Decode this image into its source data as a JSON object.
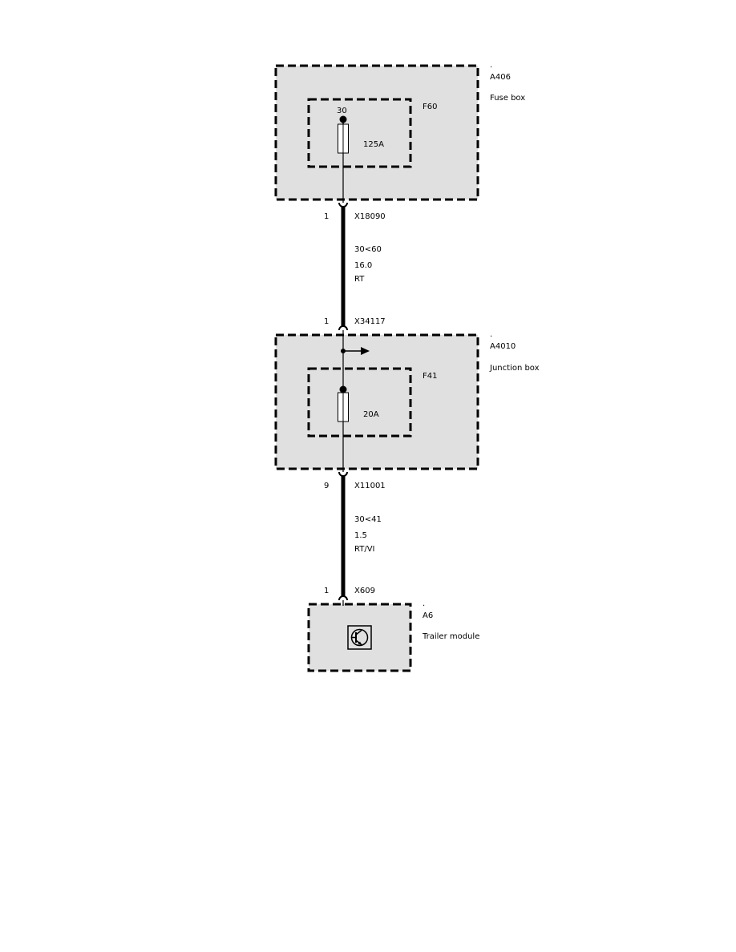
{
  "components": {
    "fuse_box": {
      "dot": ".",
      "id": "A406",
      "name": "Fuse box",
      "fuse": {
        "id": "F60",
        "terminal": "30",
        "rating": "125A"
      }
    },
    "junction_box": {
      "dot": ".",
      "id": "A4010",
      "name": "Junction box",
      "fuse": {
        "id": "F41",
        "rating": "20A"
      }
    },
    "trailer_module": {
      "dot": ".",
      "id": "A6",
      "name": "Trailer module",
      "icon": "transistor-icon"
    }
  },
  "connectors": {
    "c1": {
      "pin": "1",
      "id": "X18090"
    },
    "c2": {
      "pin": "1",
      "id": "X34117"
    },
    "c3": {
      "pin": "9",
      "id": "X11001"
    },
    "c4": {
      "pin": "1",
      "id": "X609"
    }
  },
  "wires": {
    "w1": {
      "circuit": "30<60",
      "size": "16.0",
      "color": "RT"
    },
    "w2": {
      "circuit": "30<41",
      "size": "1.5",
      "color": "RT/VI"
    }
  },
  "colors": {
    "box_fill": "#e0e0e0",
    "line": "#000000"
  }
}
